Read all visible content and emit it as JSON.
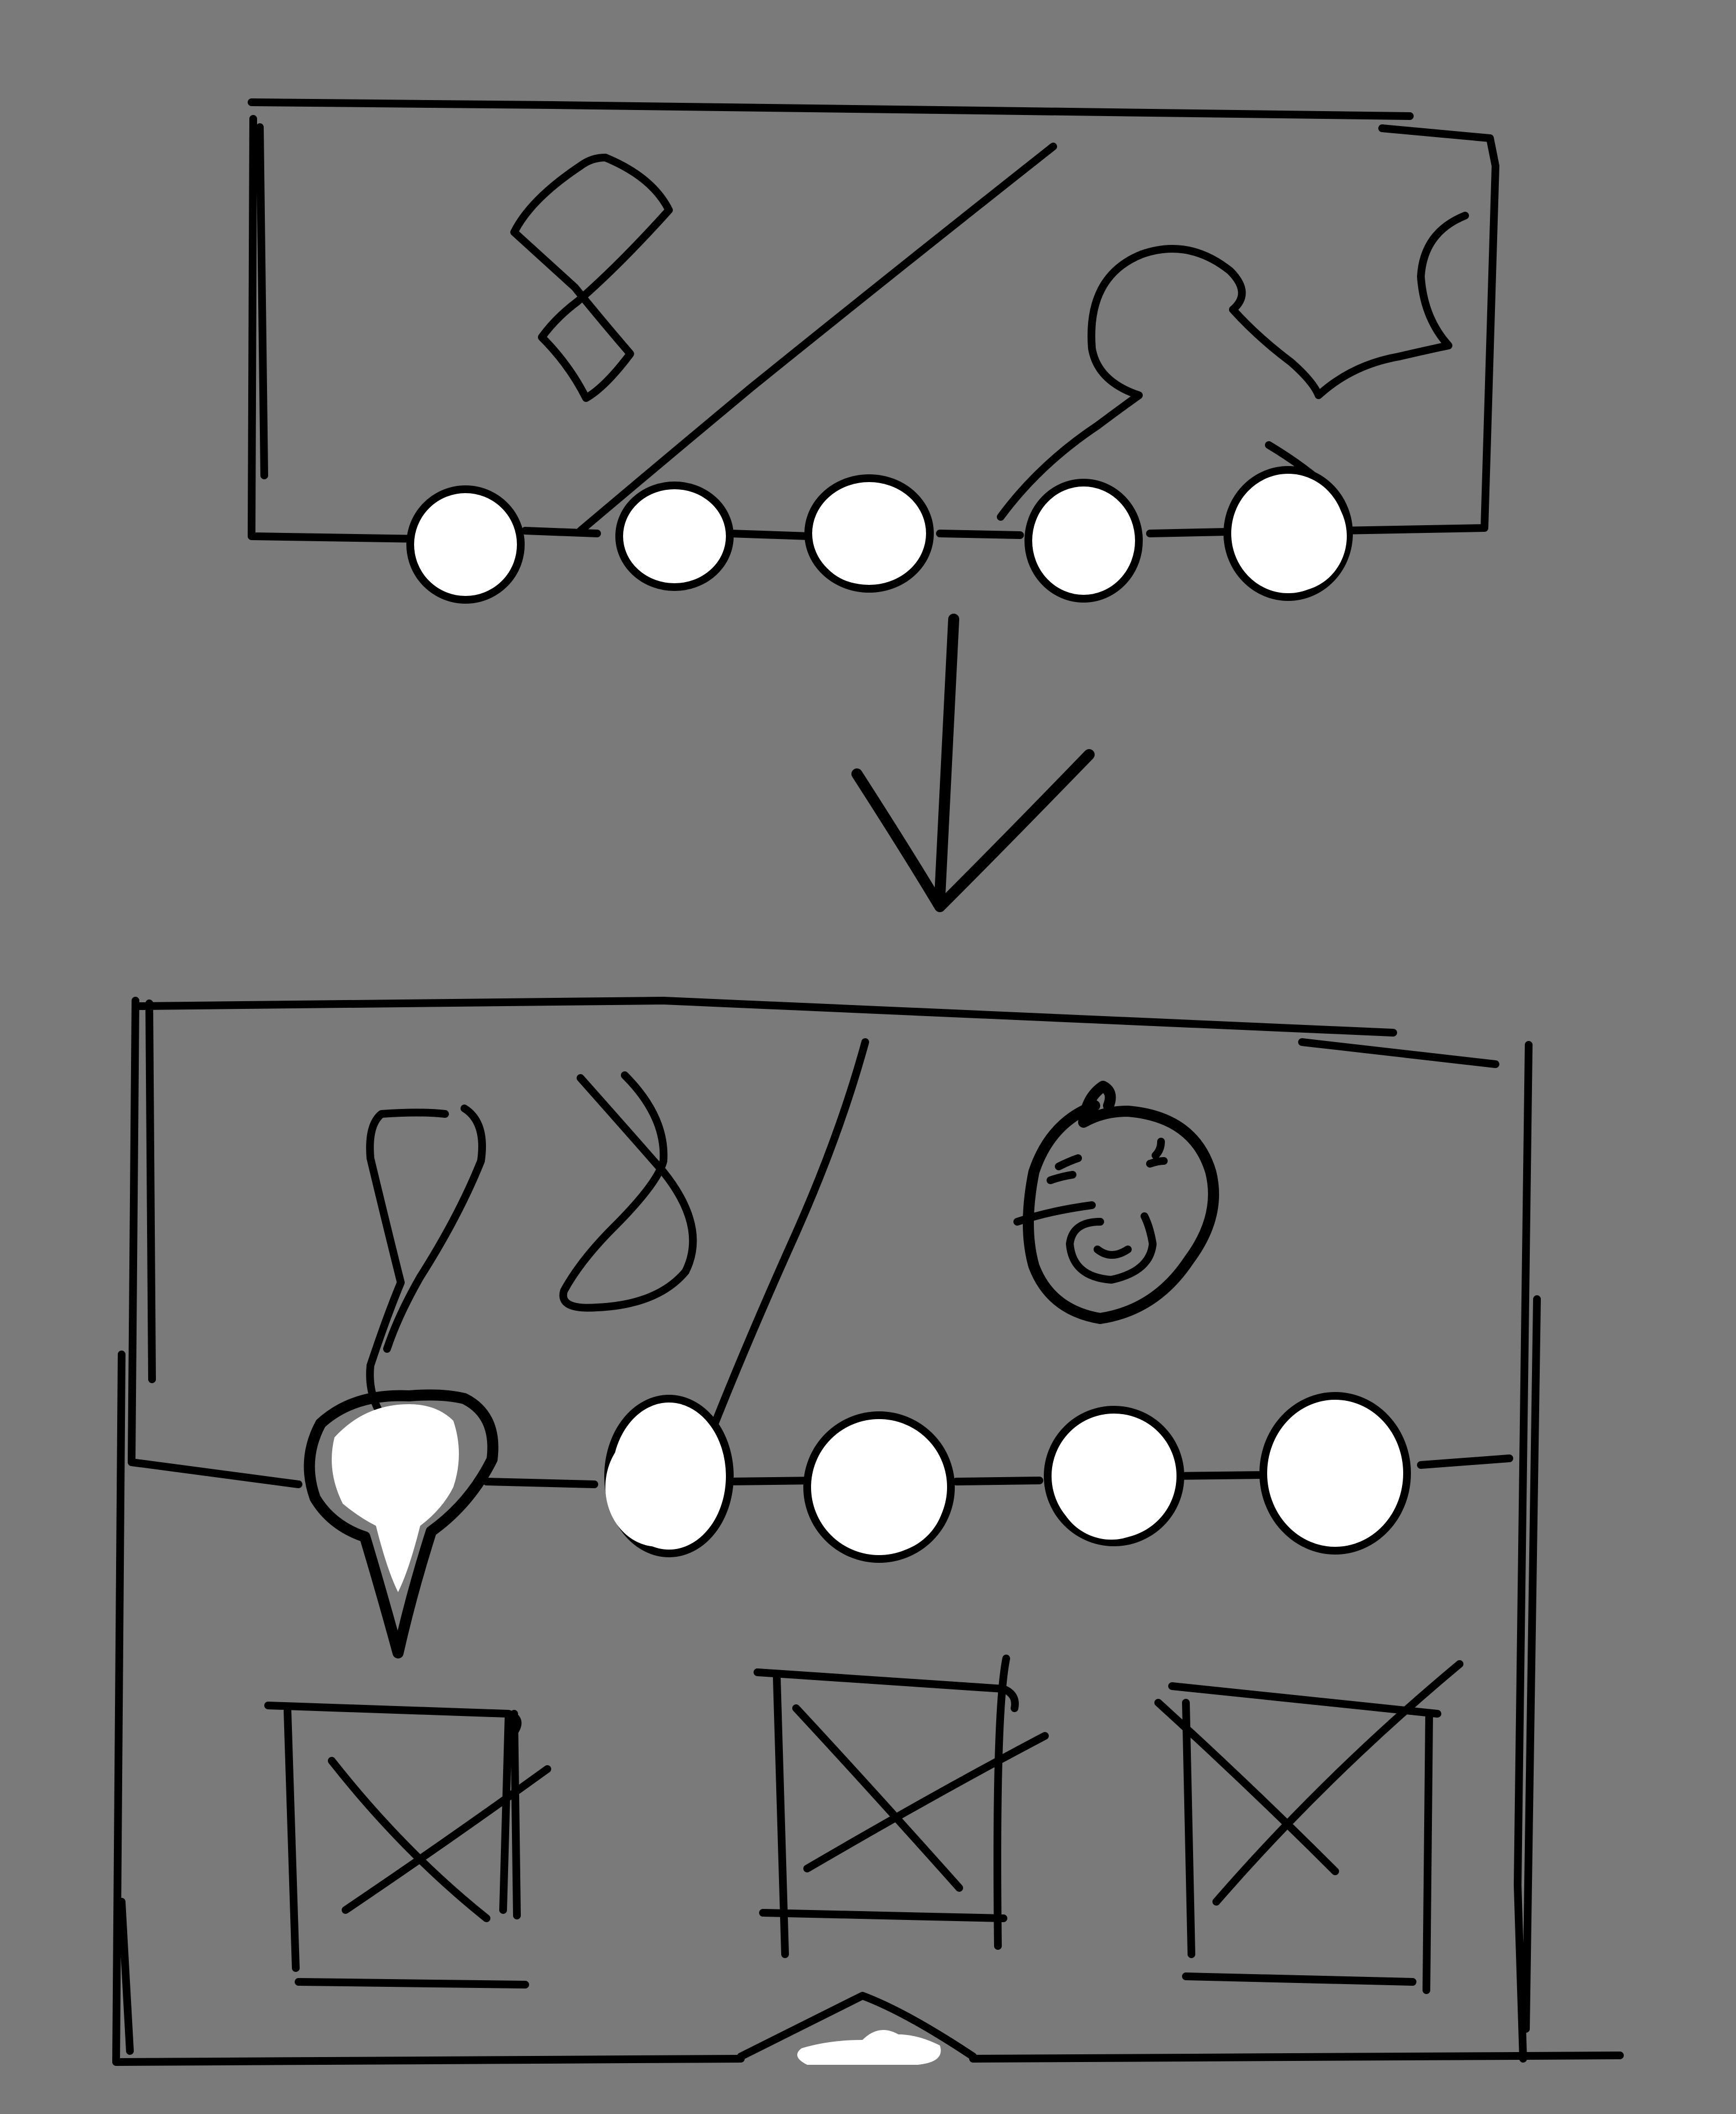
{
  "colors": {
    "background": "#7a7a7a",
    "ink": "#000000",
    "highlight": "#ffffff"
  },
  "icons": {
    "top_left_symbol": "ribbon-icon",
    "top_right_symbol": "puzzle-outline-icon",
    "bottom_symbol_1": "ribbon-icon",
    "bottom_symbol_2": "ribbon-icon",
    "bottom_symbol_4": "face-icon",
    "transition": "arrow-down-icon",
    "placeholder": "image-placeholder-icon"
  },
  "carousel": {
    "dot_count": 5,
    "active_dot_bottom": 1
  },
  "thumbnails": {
    "count": 3
  }
}
